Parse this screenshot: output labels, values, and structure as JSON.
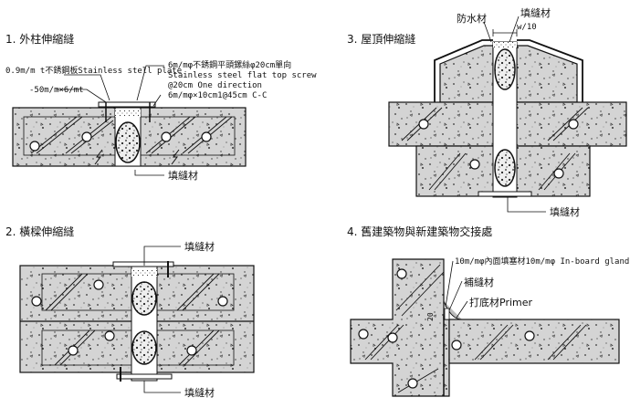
{
  "sections": [
    {
      "title": "1. 外柱伸縮縫",
      "labels": {
        "plate": "0.9m/m t不銹鋼板Stainless stell plate",
        "plate_size": "-50m/m×6/mt",
        "screw": "6m/mφ不銹鋼平頭鏍絲φ20cm單向",
        "screw_en": "Stainless steel flat top screw",
        "screw_en2": "@20cm One direction",
        "anchor": "6m/mφ×10cm1@45cm C-C",
        "filler": "填縫材"
      }
    },
    {
      "title": "2. 橫樑伸縮縫",
      "labels": {
        "filler_top": "填縫材",
        "filler_bottom": "填縫材"
      }
    },
    {
      "title": "3. 屋頂伸縮縫",
      "labels": {
        "waterproof": "防水材",
        "filler_top": "填縫材",
        "gap": "w/10",
        "filler_bottom": "填縫材"
      }
    },
    {
      "title": "4. 舊建築物與新建築物交接處",
      "labels": {
        "glands": "10m/mφ內面填塞材10m/mφ In-board glands",
        "caulk": "補縫材",
        "primer": "打底材Primer",
        "depth": "20"
      }
    }
  ]
}
